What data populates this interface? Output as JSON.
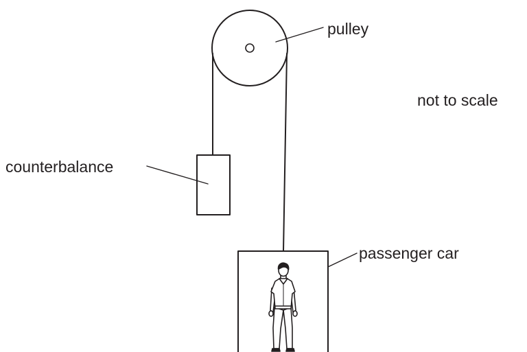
{
  "labels": {
    "pulley": "pulley",
    "not_to_scale": "not to scale",
    "counterbalance": "counterbalance",
    "passenger_car": "passenger car"
  },
  "colors": {
    "ink": "#231f20",
    "background": "#ffffff"
  }
}
